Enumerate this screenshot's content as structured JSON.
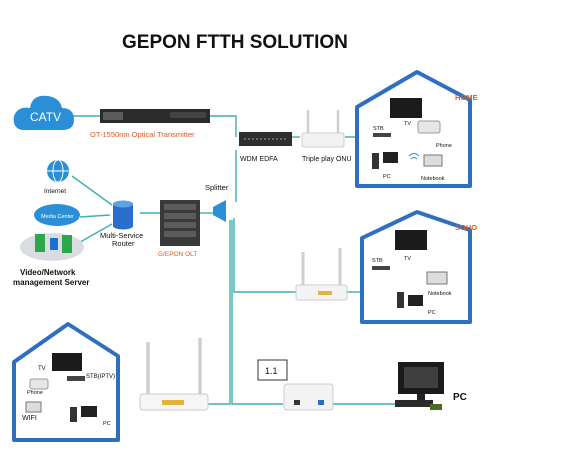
{
  "title": "GEPON FTTH SOLUTION",
  "catv": {
    "label": "CATV"
  },
  "transmitter": {
    "label": "OT-1550nm Optical Transmitter"
  },
  "edfa": {
    "label": "WDM EDFA"
  },
  "onu_triple": {
    "label": "Triple play ONU"
  },
  "splitter": {
    "label": "Splitter"
  },
  "olt": {
    "label": "G/EPON OLT"
  },
  "router": {
    "label_line1": "Multi-Service",
    "label_line2": "Router"
  },
  "internet": {
    "label": "Internet"
  },
  "media_center": {
    "label": "Media Center"
  },
  "mgmt": {
    "label_line1": "Video/Network",
    "label_line2": "management Server"
  },
  "home": {
    "title": "HOME",
    "stb": "STB",
    "tv": "TV",
    "phone": "Phone",
    "pc": "PC",
    "notebook": "Notebook"
  },
  "soho": {
    "title": "SOHO",
    "stb": "STB",
    "tv": "TV",
    "notebook": "Notebook",
    "pc": "PC"
  },
  "house3": {
    "tv": "TV",
    "stb": "STB(IPTV)",
    "phone": "Phone",
    "wifi": "WIFI",
    "pc": "PC"
  },
  "badge": {
    "label": "1.1"
  },
  "pc_big": {
    "label": "PC"
  },
  "colors": {
    "line": "#3fb0b0",
    "house": "#2f6fbf",
    "cloud": "#2a8fd6",
    "accent": "#e05a1c"
  }
}
